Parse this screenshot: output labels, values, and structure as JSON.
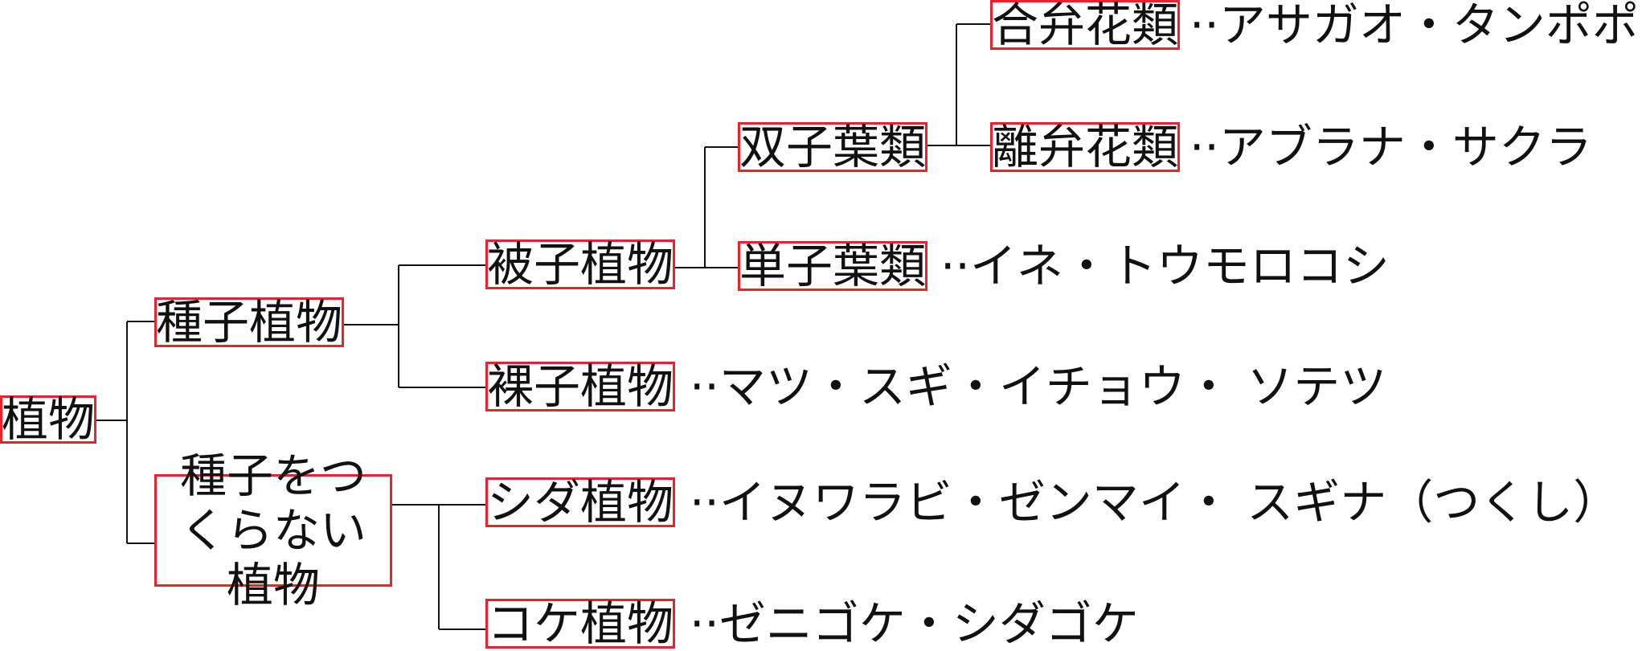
{
  "root": {
    "label": "植物"
  },
  "seed_plants": {
    "label": "種子植物"
  },
  "angiosperms": {
    "label": "被子植物"
  },
  "dicots": {
    "label": "双子葉類"
  },
  "sympetalous": {
    "label": "合弁花類",
    "examples": "··アサガオ・タンポポ"
  },
  "choripetalous": {
    "label": "離弁花類",
    "examples": "··アブラナ・サクラ"
  },
  "monocots": {
    "label": "単子葉類",
    "examples": "··イネ・トウモロコシ"
  },
  "gymnosperms": {
    "label": "裸子植物",
    "examples": "··マツ・スギ・イチョウ・ ソテツ"
  },
  "non_seed_plants": {
    "label": "種子をつくらない植物"
  },
  "ferns": {
    "label": "シダ植物",
    "examples": "··イヌワラビ・ゼンマイ・ スギナ（つくし）"
  },
  "mosses": {
    "label": "コケ植物",
    "examples": "··ゼニゴケ・シダゴケ"
  },
  "colors": {
    "box_border": "#e8232b",
    "line": "#111111",
    "text": "#111111"
  }
}
